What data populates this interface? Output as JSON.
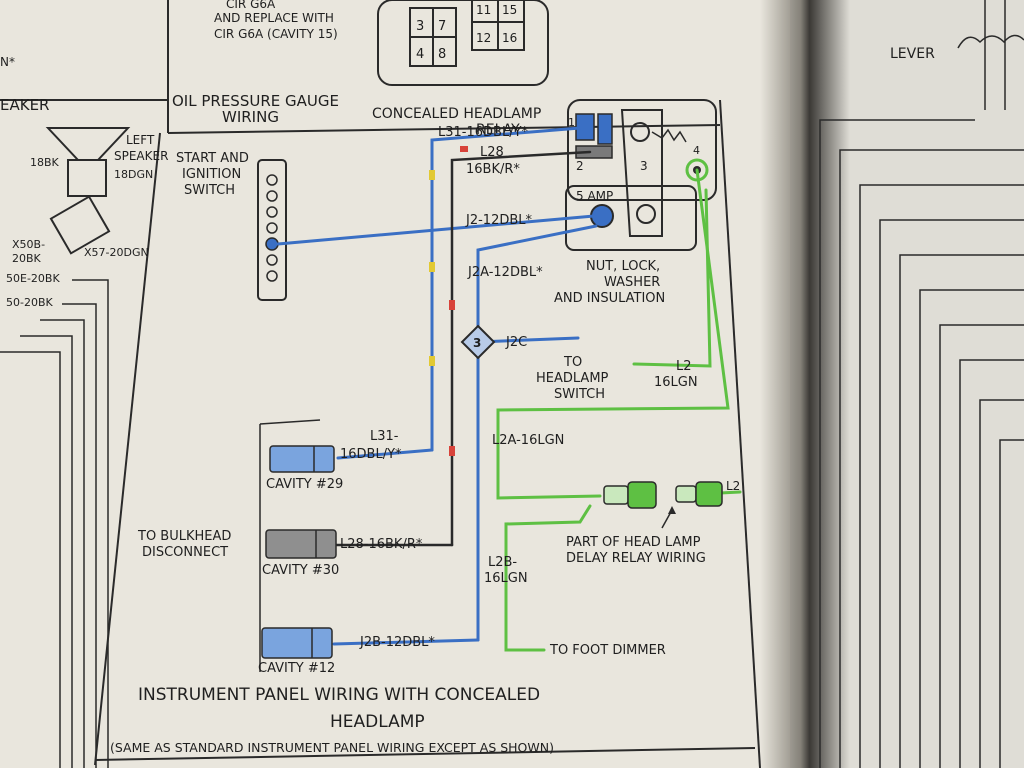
{
  "header": {
    "top_note_1": "CIR G6A",
    "top_note_2": "AND REPLACE WITH",
    "top_note_3": "CIR G6A (CAVITY 15)",
    "connector_left": [
      "3",
      "7",
      "4",
      "8"
    ],
    "connector_right": [
      "11",
      "15",
      "12",
      "16"
    ],
    "oil_title_1": "OIL PRESSURE GAUGE",
    "oil_title_2": "WIRING",
    "lever": "LEVER"
  },
  "left_fragment": {
    "wire_top": "N*",
    "speaker_title": "EAKER",
    "left_speaker_1": "LEFT",
    "left_speaker_2": "SPEAKER",
    "w_18bk": "18BK",
    "w_18dgn": "18DGN",
    "w_x50b": "X50B-",
    "w_20bk": "20BK",
    "w_x57": "X57-20DGN",
    "w_50e": "50E-20BK",
    "w_50": "50-20BK"
  },
  "diagram": {
    "start_switch_1": "START AND",
    "start_switch_2": "IGNITION",
    "start_switch_3": "SWITCH",
    "relay_title_1": "CONCEALED HEADLAMP",
    "relay_title_2": "RELAY",
    "relay_pin_1": "1",
    "relay_pin_2": "2",
    "relay_pin_3": "3",
    "relay_pin_4": "4",
    "fuse_label": "5 AMP",
    "wire_l31_top": "L31-16DBL/Y*",
    "wire_l28_1": "L28",
    "wire_l28_2": "16BK/R*",
    "wire_j2": "J2-12DBL*",
    "wire_j2a": "J2A-12DBL*",
    "nut_1": "NUT, LOCK,",
    "nut_2": "WASHER",
    "nut_3": "AND INSULATION",
    "splice_num": "3",
    "wire_j2c": "J2C",
    "headlamp_sw_1": "TO",
    "headlamp_sw_2": "HEADLAMP",
    "headlamp_sw_3": "SWITCH",
    "wire_l2_1": "L2",
    "wire_l2_2": "16LGN",
    "wire_l2a": "L2A-16LGN",
    "wire_l2_end": "L2",
    "delay_1": "PART OF HEAD LAMP",
    "delay_2": "DELAY RELAY WIRING",
    "wire_l31_1": "L31-",
    "wire_l31_2": "16DBL/Y*",
    "cavity_29": "CAVITY #29",
    "bulkhead_1": "TO BULKHEAD",
    "bulkhead_2": "DISCONNECT",
    "wire_l28_b": "L28-16BK/R*",
    "cavity_30": "CAVITY #30",
    "wire_l2b_1": "L2B-",
    "wire_l2b_2": "16LGN",
    "wire_j2b": "J2B-12DBL*",
    "foot_dimmer": "TO FOOT DIMMER",
    "cavity_12": "CAVITY #12"
  },
  "caption": {
    "line_1": "INSTRUMENT PANEL WIRING WITH CONCEALED",
    "line_2": "HEADLAMP",
    "line_3": "(SAME AS STANDARD INSTRUMENT PANEL WIRING EXCEPT AS SHOWN)"
  },
  "colors": {
    "paper": "#e9e6dd",
    "ink": "#1f1f1f",
    "blue_wire": "#3a6fc4",
    "green_wire": "#5ec043",
    "red_tick": "#d8433a",
    "yellow_tick": "#e2c933"
  }
}
